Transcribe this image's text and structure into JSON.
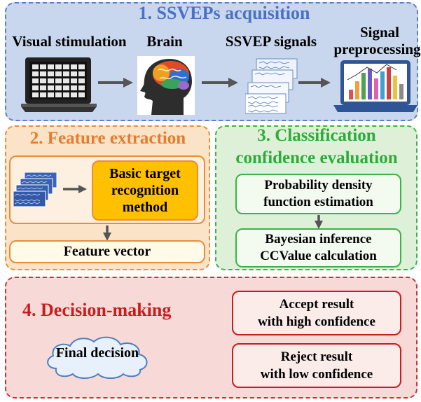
{
  "colors": {
    "panel1_bg": "#c9d7ee",
    "panel1_border": "#5b7fc4",
    "panel1_title": "#4a72c4",
    "panel2_bg": "#fbe3c8",
    "panel2_border": "#e88d3a",
    "panel2_title": "#e67c2e",
    "panel3_bg": "#dff0d8",
    "panel3_border": "#3cb34a",
    "panel3_title": "#2eab3a",
    "panel4_bg": "#f7dad7",
    "panel4_border": "#d0312d",
    "panel4_title": "#c81d1d",
    "target_box_fill": "#ffc000",
    "arrow": "#555555"
  },
  "panel1": {
    "title": "1. SSVEPs acquisition",
    "steps": {
      "visual": "Visual stimulation",
      "brain": "Brain",
      "signals": "SSVEP signals",
      "preproc_line1": "Signal",
      "preproc_line2": "preprocessing"
    },
    "icons": [
      "monitor-grid-icon",
      "brain-head-icon",
      "signal-sheets-icon",
      "laptop-bar-chart-icon"
    ]
  },
  "panel2": {
    "title": "2. Feature extraction",
    "method_line1": "Basic target",
    "method_line2": "recognition",
    "method_line3": "method",
    "feature_vector": "Feature vector"
  },
  "panel3": {
    "title_line1": "3. Classification",
    "title_line2": "confidence evaluation",
    "pdf_line1": "Probability density",
    "pdf_line2": "function estimation",
    "bayes_line1": "Bayesian inference",
    "bayes_line2": "CCValue calculation"
  },
  "panel4": {
    "title": "4. Decision-making",
    "accept_line1": "Accept result",
    "accept_line2": "with high confidence",
    "reject_line1": "Reject result",
    "reject_line2": "with low confidence",
    "final_decision": "Final decision"
  }
}
